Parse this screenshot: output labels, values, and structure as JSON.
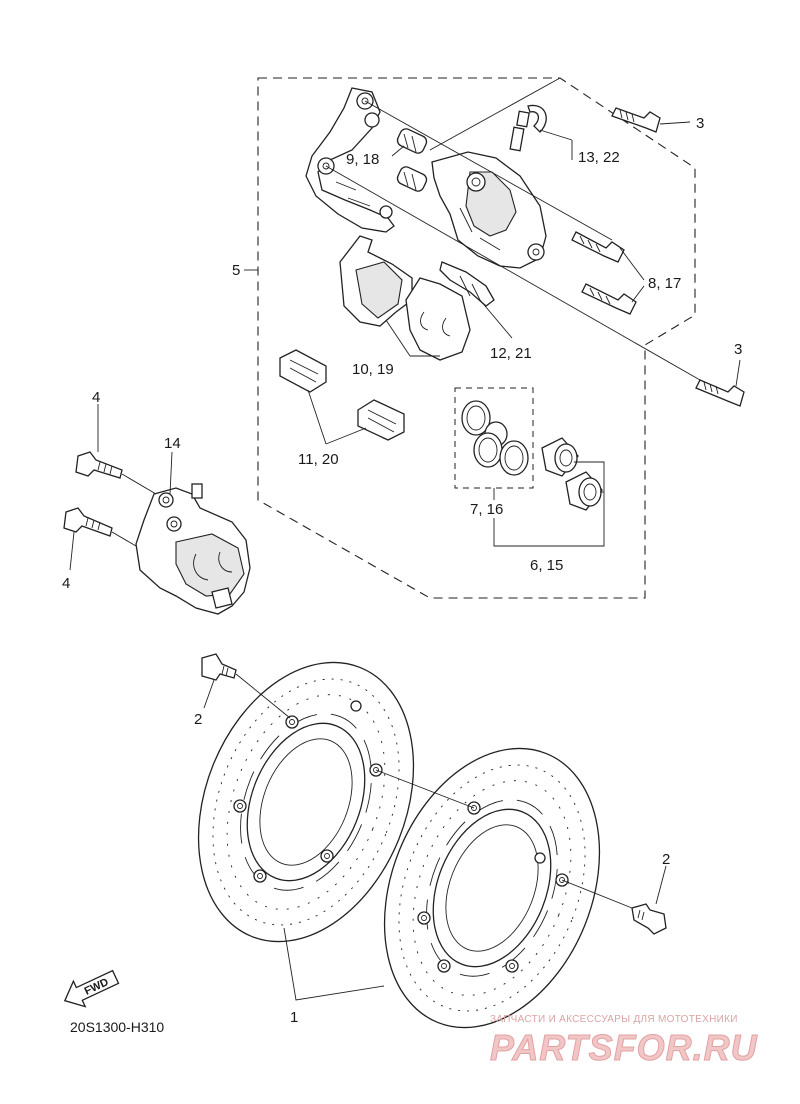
{
  "diagram": {
    "code": "20S1300-H310",
    "fwd_label": "FWD",
    "callouts": {
      "c1": "1",
      "c2a": "2",
      "c2b": "2",
      "c3a": "3",
      "c3b": "3",
      "c4a": "4",
      "c4b": "4",
      "c5": "5",
      "c6": "6, 15",
      "c7": "7, 16",
      "c8": "8, 17",
      "c9": "9, 18",
      "c10": "10, 19",
      "c11": "11, 20",
      "c12": "12, 21",
      "c13": "13, 22",
      "c14": "14"
    }
  },
  "watermark": {
    "tagline": "ЗАПЧАСТИ И АКСЕССУАРЫ ДЛЯ МОТОТЕХНИКИ",
    "brand": "PARTSFOR.RU",
    "color": "#e9a9a9"
  }
}
